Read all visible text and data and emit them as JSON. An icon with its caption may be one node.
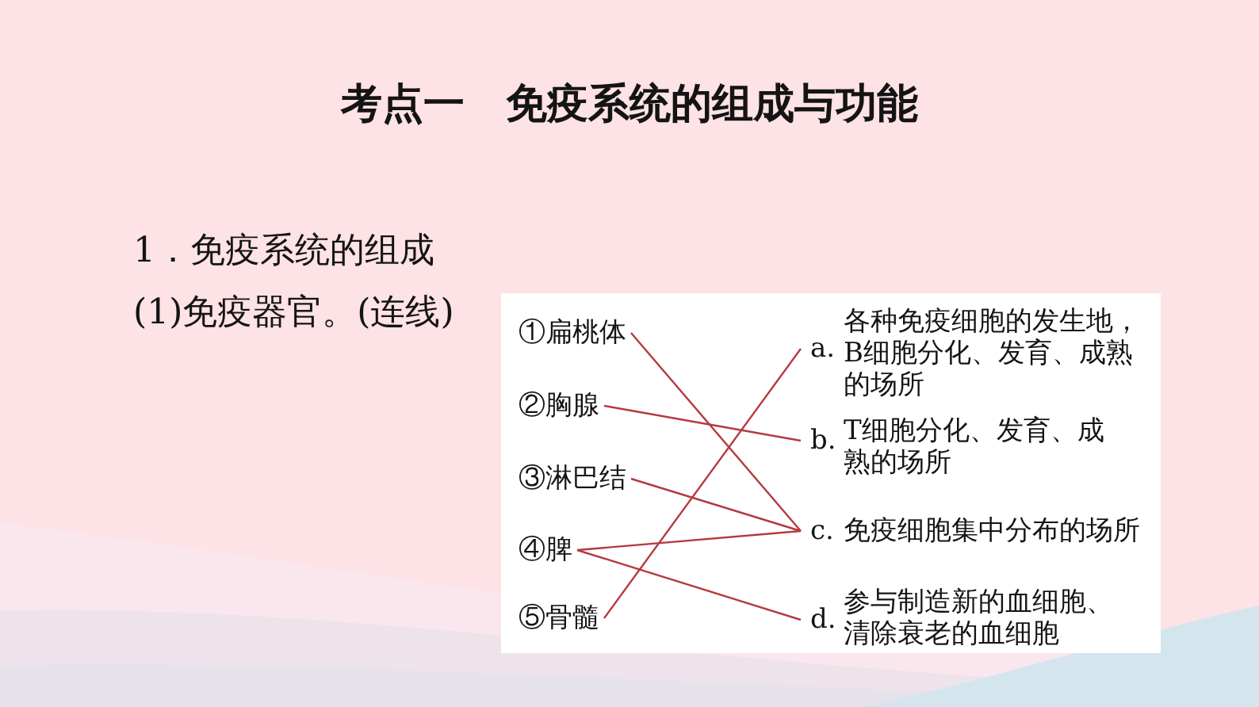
{
  "diagram": {
    "title": "考点一　免疫系统的组成与功能",
    "nodes": [
      {
        "text": [
          "①扁桃体"
        ]
      },
      {
        "text": [
          "②胸腺"
        ]
      },
      {
        "text": [
          "③淋巴结"
        ]
      },
      {
        "text": [
          "④脾"
        ]
      },
      {
        "text": [
          "⑤骨髓"
        ]
      },
      {
        "text": [
          "a.",
          "各种免疫细胞的发生地，B细胞分化、发育、成熟的场所"
        ]
      },
      {
        "text": [
          "b.",
          "T细胞分化、发育、成熟的场所"
        ]
      },
      {
        "text": [
          "c.",
          "免疫细胞集中分布的场所"
        ]
      },
      {
        "text": [
          "d.",
          "参与制造新的血细胞、清除衰老的血细胞"
        ]
      }
    ],
    "edges": [
      {
        "from": 0,
        "to": 7,
        "arrow": "none"
      },
      {
        "from": 1,
        "to": 6,
        "arrow": "none"
      },
      {
        "from": 2,
        "to": 7,
        "arrow": "none"
      },
      {
        "from": 3,
        "to": 7,
        "arrow": "none"
      },
      {
        "from": 3,
        "to": 8,
        "arrow": "none"
      },
      {
        "from": 4,
        "to": 5,
        "arrow": "none"
      }
    ],
    "labels": [
      "1．免疫系统的组成",
      "(1)免疫器官。(连线)"
    ]
  }
}
